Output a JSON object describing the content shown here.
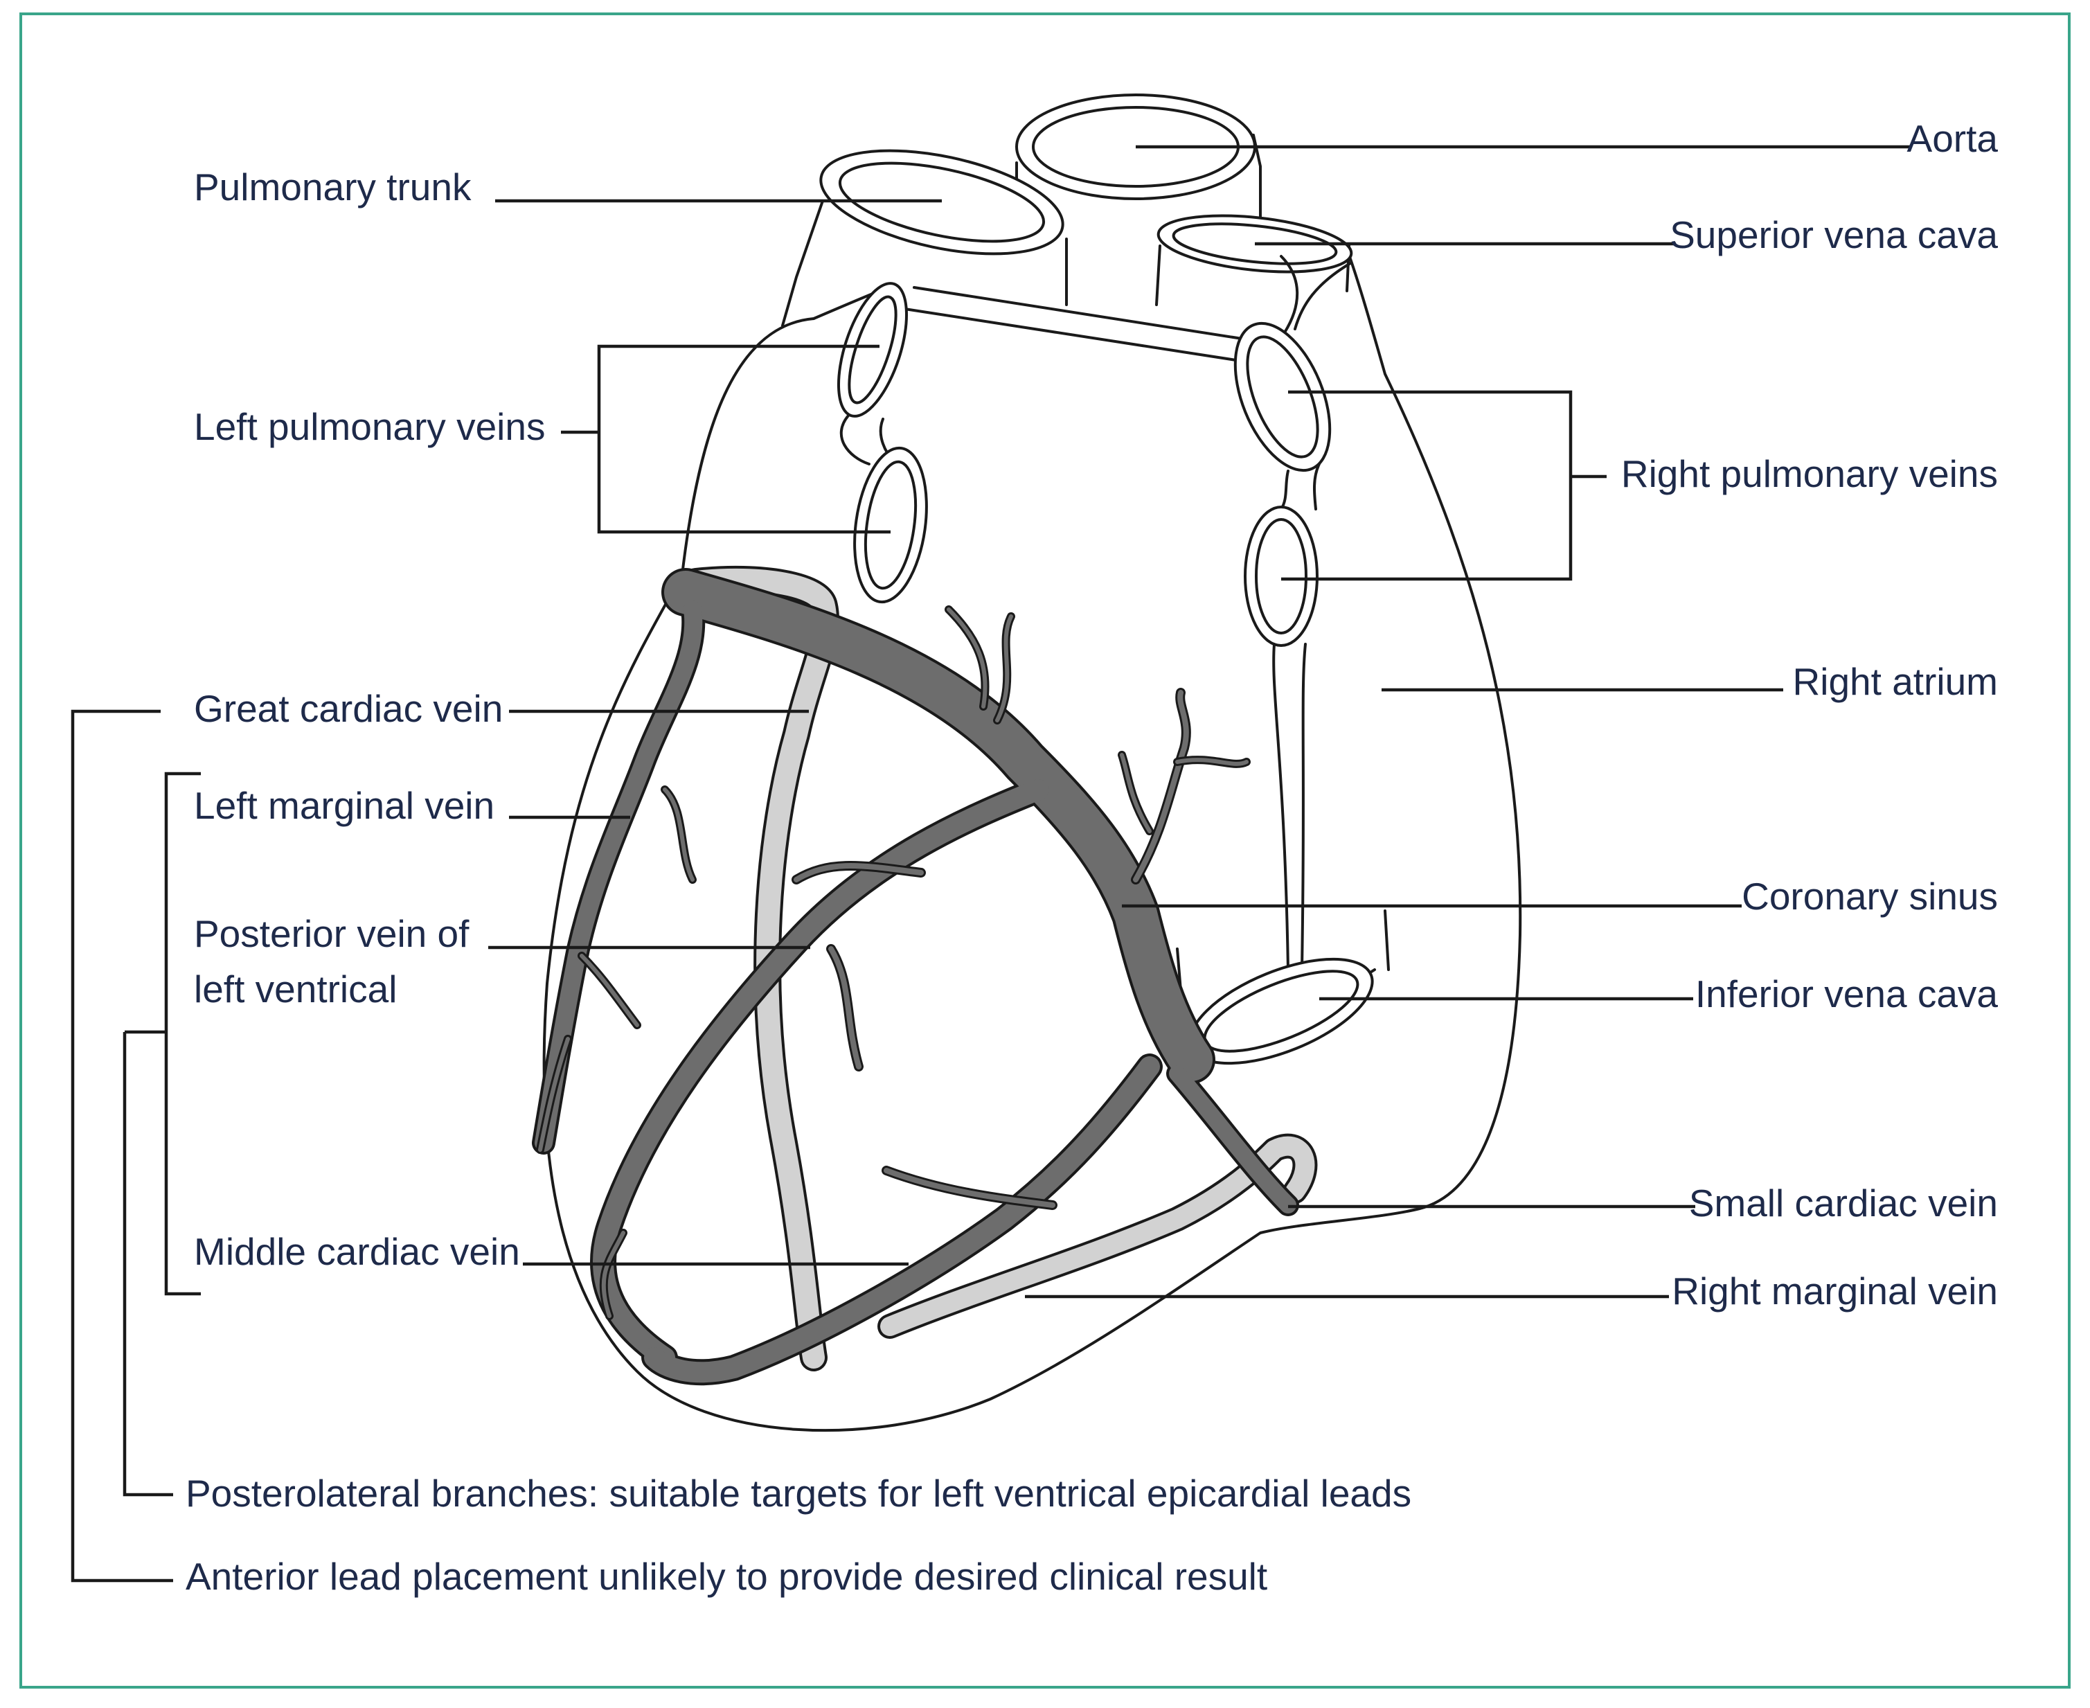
{
  "labels": {
    "aorta": "Aorta",
    "pulmonary_trunk": "Pulmonary trunk",
    "superior_vena_cava": "Superior vena cava",
    "left_pulmonary_veins": "Left pulmonary veins",
    "right_pulmonary_veins": "Right pulmonary veins",
    "right_atrium": "Right atrium",
    "great_cardiac_vein": "Great cardiac vein",
    "left_marginal_vein": "Left marginal vein",
    "coronary_sinus": "Coronary sinus",
    "posterior_vein_line1": "Posterior vein of",
    "posterior_vein_line2": "left ventrical",
    "inferior_vena_cava": "Inferior vena cava",
    "small_cardiac_vein": "Small cardiac vein",
    "middle_cardiac_vein": "Middle cardiac vein",
    "right_marginal_vein": "Right marginal vein",
    "posterolateral_note": "Posterolateral branches: suitable targets for left ventrical epicardial leads",
    "anterior_note": "Anterior lead placement unlikely to provide desired clinical result"
  },
  "colors": {
    "frame": "#3aa58a",
    "vein_fill": "#6d6d6d",
    "artery_fill": "#d2d2d2",
    "label_text": "#1e2a4a"
  }
}
